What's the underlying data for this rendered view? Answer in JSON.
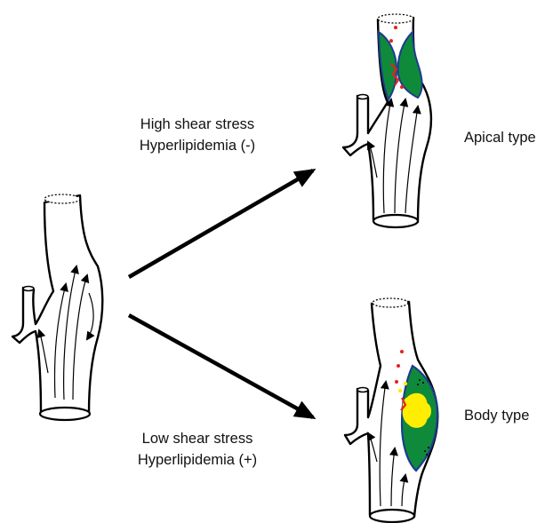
{
  "upper_condition": {
    "shear": "High shear stress",
    "lipid": "Hyperlipidemia (-)"
  },
  "lower_condition": {
    "shear": "Low shear stress",
    "lipid": "Hyperlipidemia (+)"
  },
  "outcomes": {
    "apical": "Apical type",
    "body": "Body type"
  },
  "colors": {
    "outline": "#000000",
    "plaque": "#0f8a3a",
    "plaque_border": "#1a3d8f",
    "lipid_core": "#ffee00",
    "hemorrhage": "#e8201e",
    "vessel_fill": "#ffffff"
  }
}
